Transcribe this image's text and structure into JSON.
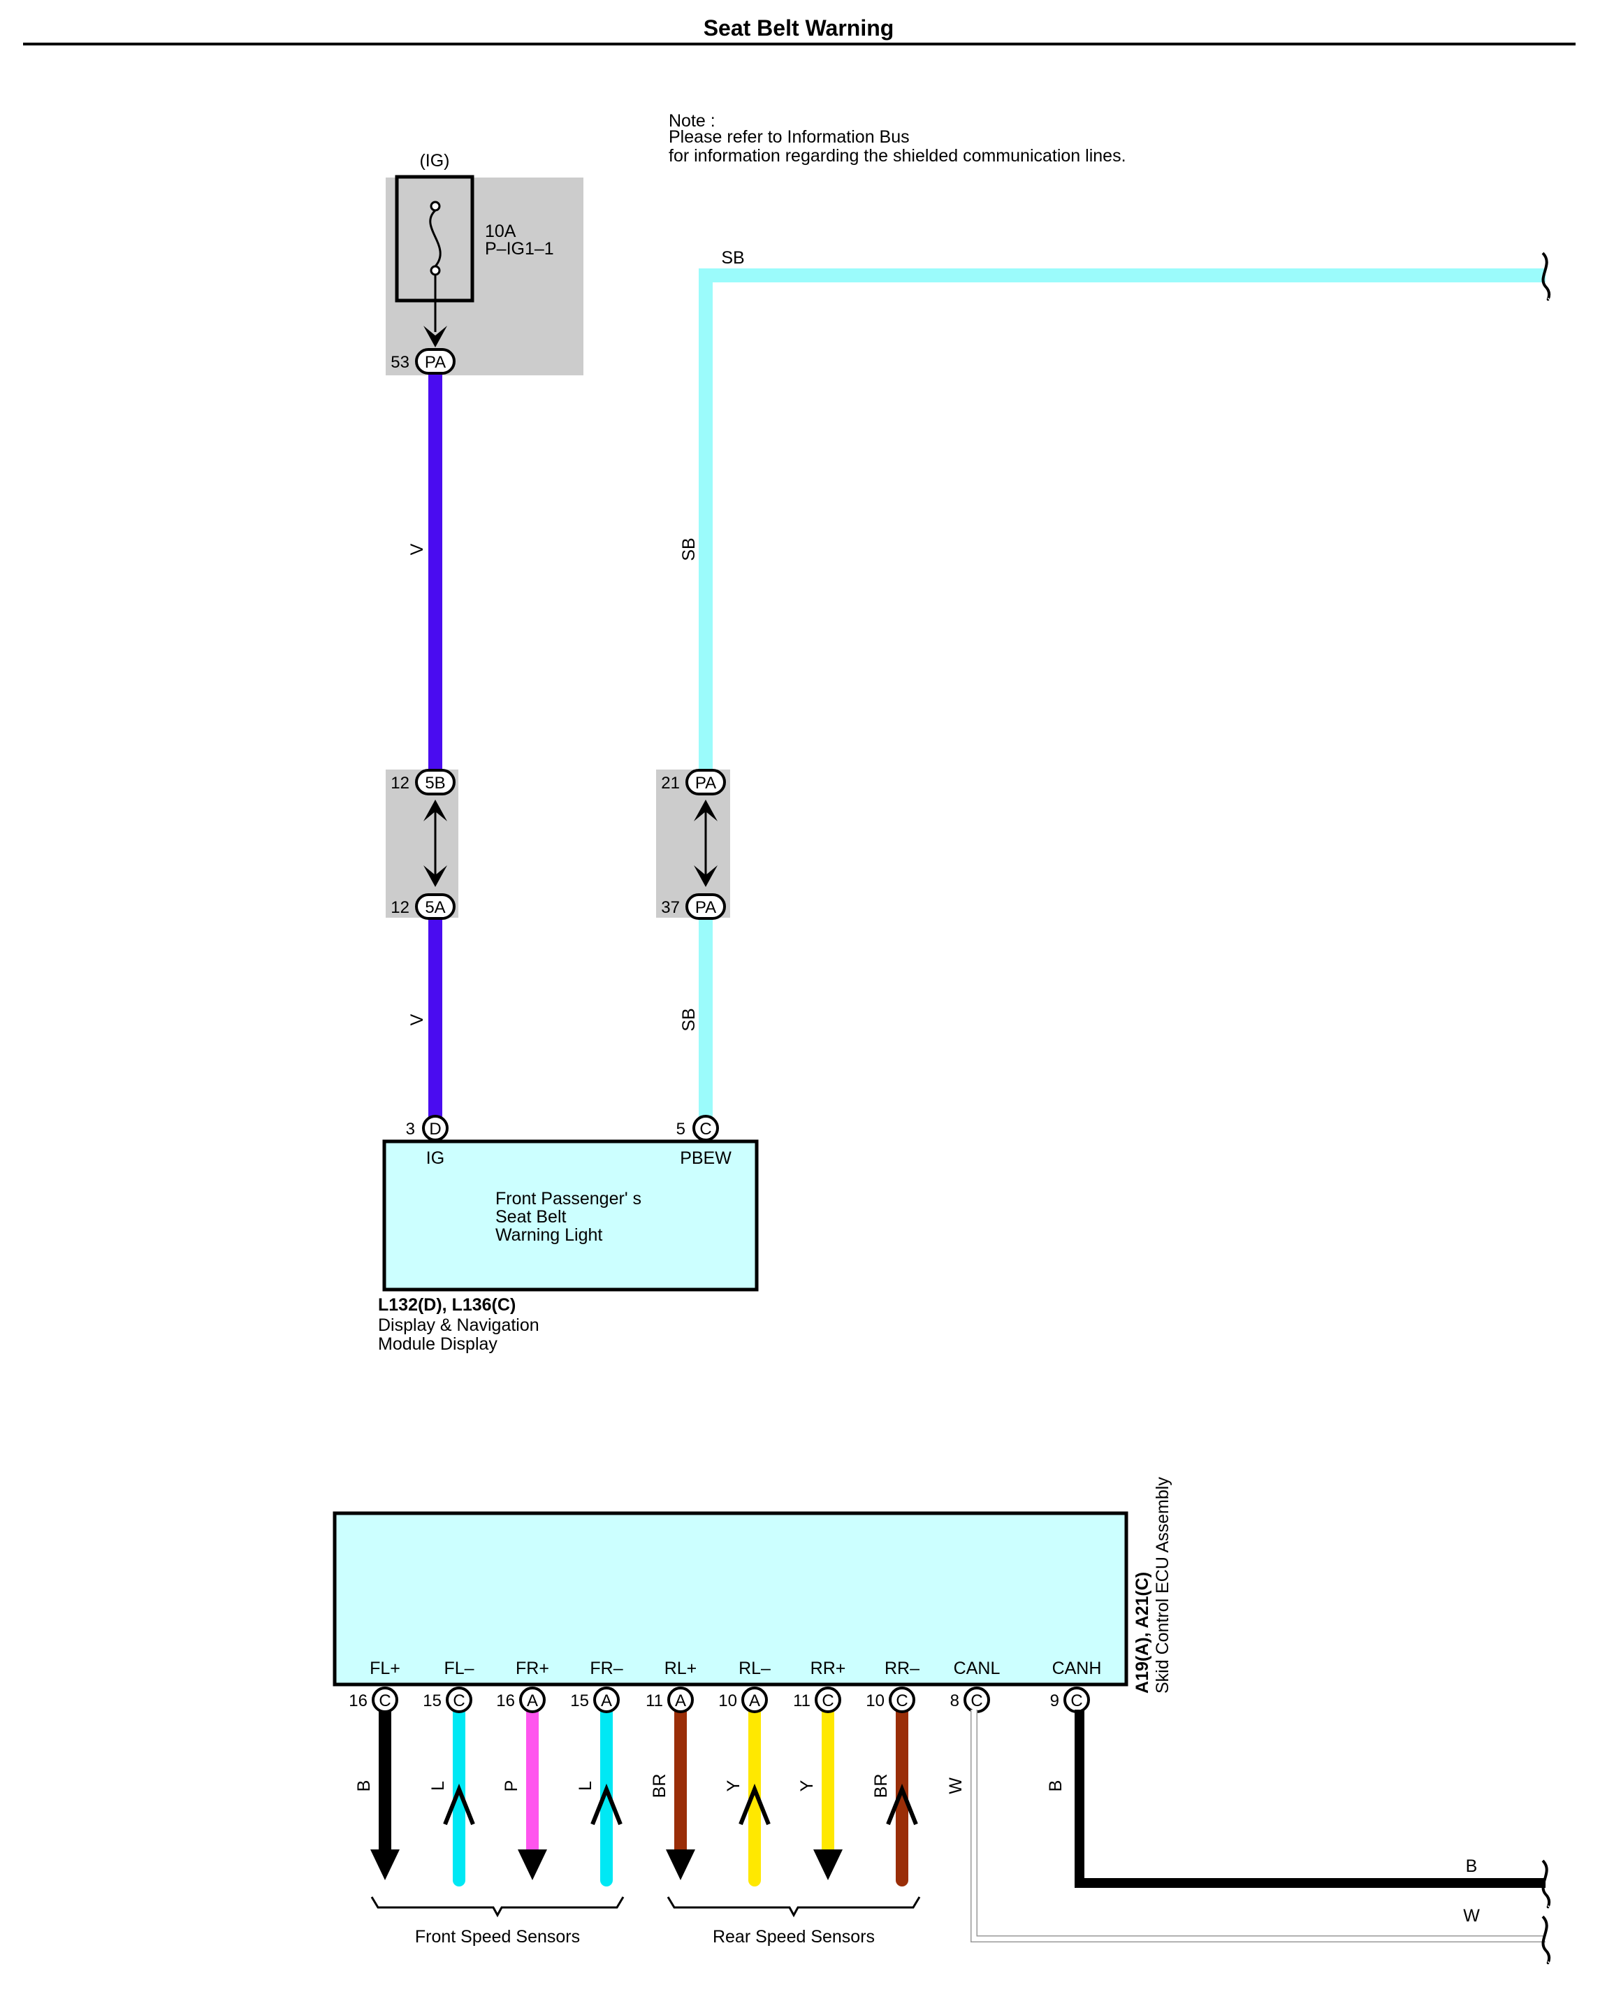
{
  "title": "Seat Belt Warning",
  "note": {
    "line1": "Note :",
    "line2": "Please refer to Information Bus",
    "line3": "for information regarding the shielded communication lines."
  },
  "fuse": {
    "label": "(IG)",
    "rating": "10A",
    "name": "P–IG1–1",
    "pin": "53",
    "connector": "PA"
  },
  "junctions": {
    "v_upper": {
      "pin": "12",
      "connector": "5B"
    },
    "v_lower": {
      "pin": "12",
      "connector": "5A"
    },
    "sb_upper": {
      "pin": "21",
      "connector": "PA"
    },
    "sb_lower": {
      "pin": "37",
      "connector": "PA"
    }
  },
  "wires": {
    "v_color": "#4a0cf0",
    "sb_color": "#9bfbfb",
    "v_label": "V",
    "sb_label": "SB",
    "b_label": "B",
    "w_label": "W"
  },
  "display": {
    "pin_ig": "3",
    "conn_ig": "D",
    "pin_pbew": "5",
    "conn_pbew": "C",
    "label_ig": "IG",
    "label_pbew": "PBEW",
    "inner1": "Front Passenger' s",
    "inner2": "Seat Belt",
    "inner3": "Warning Light",
    "code": "L132(D), L136(C)",
    "name1": "Display & Navigation",
    "name2": "Module Display",
    "fill": "#ccffff"
  },
  "ecu": {
    "code": "A19(A), A21(C)",
    "name": "Skid Control ECU Assembly",
    "fill": "#ccffff",
    "terminals": [
      {
        "name": "FL+",
        "pin": "16",
        "connector": "C",
        "wire": "B",
        "color": "#000000",
        "arrow": "down"
      },
      {
        "name": "FL–",
        "pin": "15",
        "connector": "C",
        "wire": "L",
        "color": "#00e8f4",
        "arrow": "up"
      },
      {
        "name": "FR+",
        "pin": "16",
        "connector": "A",
        "wire": "P",
        "color": "#ff55ee",
        "arrow": "down"
      },
      {
        "name": "FR–",
        "pin": "15",
        "connector": "A",
        "wire": "L",
        "color": "#00e8f4",
        "arrow": "up"
      },
      {
        "name": "RL+",
        "pin": "11",
        "connector": "A",
        "wire": "BR",
        "color": "#9a2e08",
        "arrow": "down"
      },
      {
        "name": "RL–",
        "pin": "10",
        "connector": "A",
        "wire": "Y",
        "color": "#ffe800",
        "arrow": "up"
      },
      {
        "name": "RR+",
        "pin": "11",
        "connector": "C",
        "wire": "Y",
        "color": "#ffe800",
        "arrow": "down"
      },
      {
        "name": "RR–",
        "pin": "10",
        "connector": "C",
        "wire": "BR",
        "color": "#9a2e08",
        "arrow": "up"
      },
      {
        "name": "CANL",
        "pin": "8",
        "connector": "C",
        "wire": "W",
        "color": "#ffffff"
      },
      {
        "name": "CANH",
        "pin": "9",
        "connector": "C",
        "wire": "B",
        "color": "#000000"
      }
    ]
  },
  "groups": {
    "front": "Front Speed Sensors",
    "rear": "Rear Speed Sensors"
  }
}
